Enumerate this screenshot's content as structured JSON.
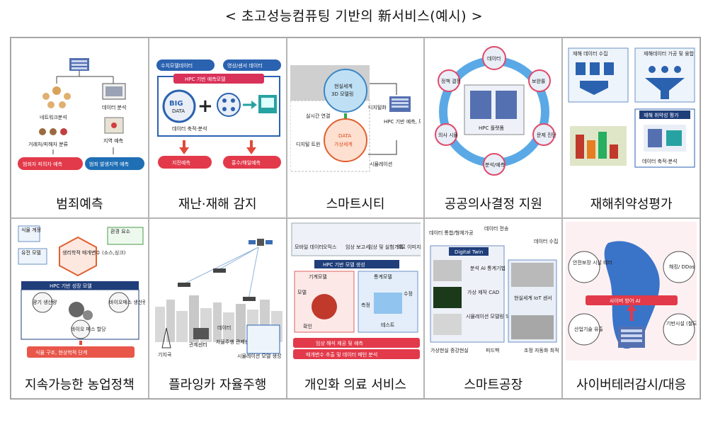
{
  "title": "< 초고성능컴퓨팅 기반의 新서비스(예시) >",
  "services": [
    {
      "caption": "범죄예측",
      "labels": [
        "네트워크분석",
        "데이터 분석",
        "거래처/피해자 분류",
        "지역 예측",
        "범죄자 피의자 예측",
        "범죄 발생지역 예측"
      ]
    },
    {
      "caption": "재난·재해 감지",
      "labels": [
        "수치모델데이터",
        "영상/센서 데이터",
        "HPC 기반 예측모델",
        "BIG",
        "DATA",
        "데이터 축적·분석",
        "지진예측",
        "홍수/해일예측"
      ]
    },
    {
      "caption": "스마트시티",
      "labels": [
        "현실세계",
        "3D 모델링",
        "DATA",
        "가상세계",
        "디지털화",
        "실시간 연결",
        "디지털 트윈",
        "시뮬레이션",
        "HPC 기반 예측, 도시관리"
      ]
    },
    {
      "caption": "공공의사결정 지원",
      "labels": [
        "데이터",
        "보완률",
        "문제 진단",
        "분석/예측",
        "의사 시뮬",
        "정책 결정",
        "HPC 플랫폼"
      ]
    },
    {
      "caption": "재해취약성평가",
      "labels": [
        "재해 데이터 수집",
        "재해데이터 가공 및 융합",
        "재해 취약성 평가",
        "데이터 축적·분석"
      ]
    },
    {
      "caption": "지속가능한 농업정책",
      "labels": [
        "식물 계정",
        "유전 모델",
        "환경 요소",
        "생리학적 매개변수 (소스,싱크)",
        "HPC 기반 성장 모델",
        "광기 생산량",
        "바이오매스 생산량",
        "바이오 매스 할당",
        "식물 구조, 현상학적 단계"
      ]
    },
    {
      "caption": "플라잉카 자율주행",
      "labels": [
        "기지국",
        "관제센터",
        "데이터",
        "자율주행 관제센터",
        "시뮬레이션 모델 생성 학습"
      ]
    },
    {
      "caption": "개인화 의료 서비스",
      "labels": [
        "모바일 데이터",
        "오믹스",
        "임상 보고서",
        "임상 및 실험기록",
        "의료 이미지",
        "HPC 기반 모델 생성",
        "기계모델",
        "통계모델",
        "모델",
        "확인",
        "측정",
        "수정",
        "테스트",
        "임상 해석 제공 및 예측",
        "매개변수 추출 및 데이터 패턴 분석"
      ]
    },
    {
      "caption": "스마트공장",
      "labels": [
        "데이터 통합/형체가공",
        "데이터 전송",
        "데이터 수집",
        "Digital Twin",
        "분석 AI 통계기법",
        "가상 제작 CAD",
        "시뮬레이션 모델링 SW",
        "현실세계 IoT 센서",
        "가상현실 증강현실",
        "피드백",
        "조정 자동화 최적화"
      ]
    },
    {
      "caption": "사이버테러감시/대응",
      "labels": [
        "안전보장 시설 테러",
        "해킹/ DDos",
        "사이버 방어 AI",
        "산업기술 유출",
        "기반시설 (철도, 발전소 등) 테러"
      ]
    }
  ]
}
